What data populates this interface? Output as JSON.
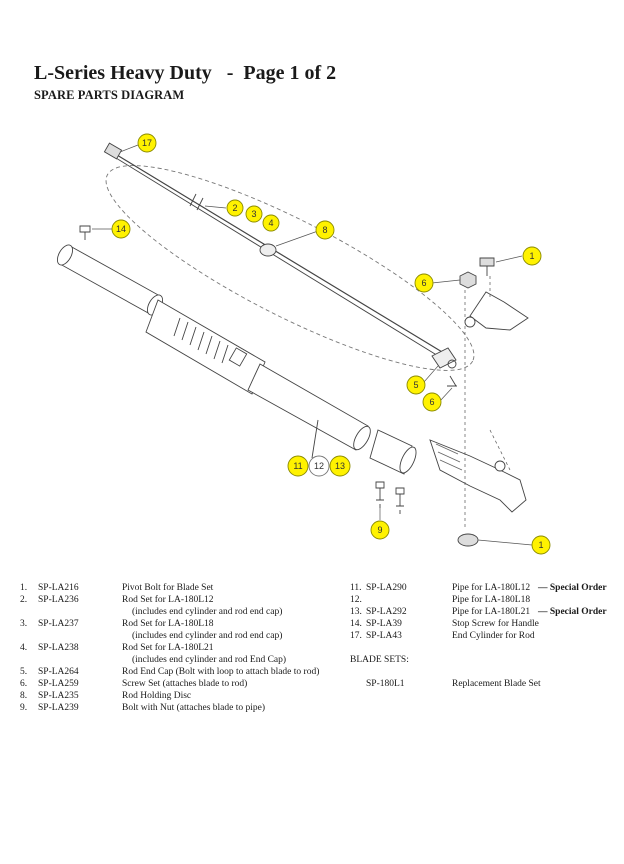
{
  "header": {
    "title": "L-Series Heavy Duty   -  Page 1 of 2",
    "subtitle": "SPARE PARTS DIAGRAM"
  },
  "colors": {
    "callout_fill": "#fff200",
    "callout_white": "#ffffff",
    "line": "#444444"
  },
  "callouts": {
    "c17": "17",
    "c14": "14",
    "c2": "2",
    "c3": "3",
    "c4": "4",
    "c8": "8",
    "c1a": "1",
    "c6a": "6",
    "c5": "5",
    "c6b": "6",
    "c11": "11",
    "c12": "12",
    "c13": "13",
    "c9": "9",
    "c1b": "1"
  },
  "parts_left": [
    {
      "num": "1.",
      "code": "SP-LA216",
      "desc": "Pivot Bolt for Blade Set"
    },
    {
      "num": "2.",
      "code": "SP-LA236",
      "desc": "Rod Set for LA-180L12"
    },
    {
      "num": "",
      "code": "",
      "desc": "(includes end cylinder and rod end cap)"
    },
    {
      "num": "3.",
      "code": "SP-LA237",
      "desc": "Rod Set for LA-180L18"
    },
    {
      "num": "",
      "code": "",
      "desc": "(includes end cylinder and rod end cap)"
    },
    {
      "num": "4.",
      "code": "SP-LA238",
      "desc": "Rod Set for LA-180L21"
    },
    {
      "num": "",
      "code": "",
      "desc": "(includes end cylinder and rod End Cap)"
    },
    {
      "num": "5.",
      "code": "SP-LA264",
      "desc": "Rod End Cap (Bolt with loop to attach blade to rod)"
    },
    {
      "num": "6.",
      "code": "SP-LA259",
      "desc": "Screw Set  (attaches blade to rod)"
    },
    {
      "num": "8.",
      "code": "SP-LA235",
      "desc": "Rod Holding Disc"
    },
    {
      "num": "9.",
      "code": "SP-LA239",
      "desc": "Bolt with Nut (attaches blade to pipe)"
    }
  ],
  "parts_right": [
    {
      "num": "11.",
      "code": "SP-LA290",
      "desc": "Pipe for LA-180L12",
      "note": " — Special Order"
    },
    {
      "num": "12.",
      "code": "",
      "desc": "Pipe for LA-180L18",
      "note": ""
    },
    {
      "num": "13.",
      "code": "SP-LA292",
      "desc": "Pipe for LA-180L21",
      "note": " — Special Order"
    },
    {
      "num": "14.",
      "code": "SP-LA39",
      "desc": "Stop Screw for Handle",
      "note": ""
    },
    {
      "num": "17.",
      "code": "SP-LA43",
      "desc": "End Cylinder for Rod",
      "note": ""
    }
  ],
  "blade_sets": {
    "heading": "BLADE SETS:",
    "code": "SP-180L1",
    "desc": "Replacement Blade Set"
  }
}
